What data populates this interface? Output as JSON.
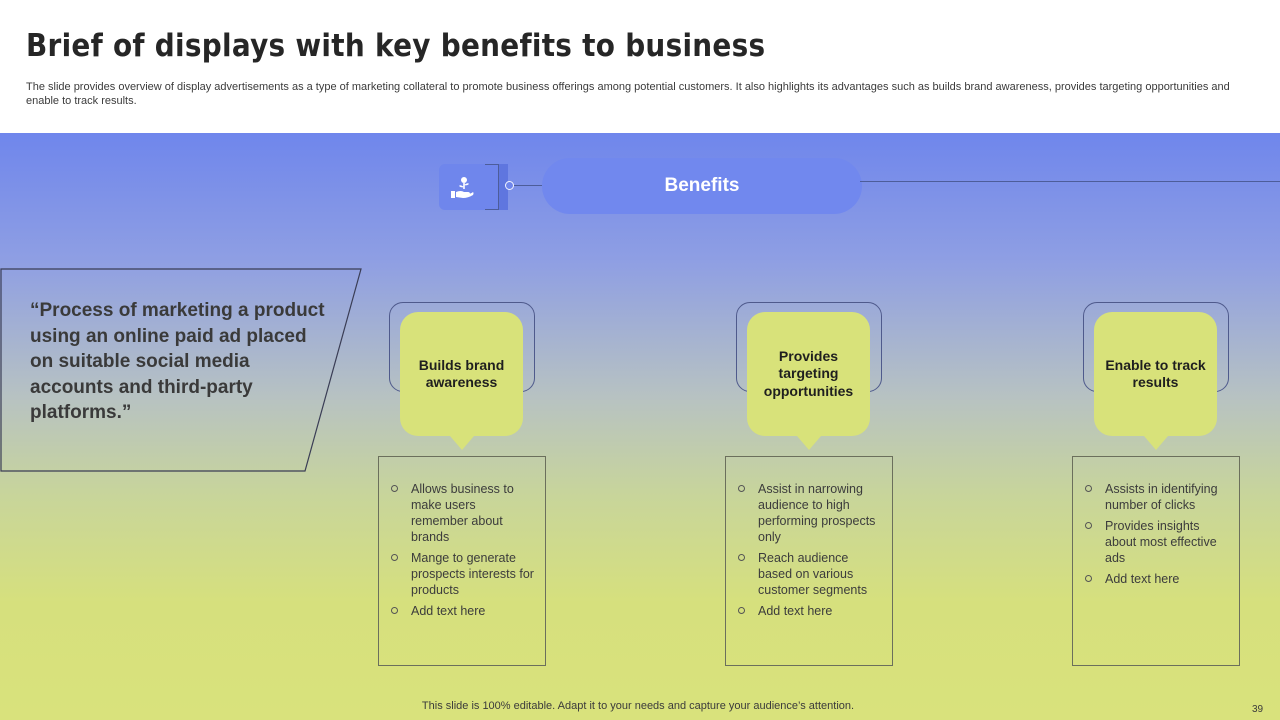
{
  "slide": {
    "title": "Brief of displays with key benefits to business",
    "subtitle": "The slide provides overview of display advertisements as a type of marketing collateral to promote business offerings among potential customers. It also highlights its advantages such as builds brand awareness, provides targeting opportunities and enable to track results.",
    "section_label": "Benefits",
    "section_icon": "money-plant-hand-icon",
    "quote": "“Process of marketing a product using an online paid ad placed on suitable social media accounts and third-party platforms.”",
    "footer": "This slide is 100% editable. Adapt it to your needs and capture your audience’s attention.",
    "page_number": "39"
  },
  "colors": {
    "title_text": "#262626",
    "band_top": "#6f86ec",
    "band_bottom": "#d9e27c",
    "pill": "#7188ee",
    "callout": "#d8e27a"
  },
  "benefits": [
    {
      "title": "Builds brand awareness",
      "points": [
        "Allows business to make users remember about brands",
        "Mange to generate prospects interests for products",
        "Add text here"
      ]
    },
    {
      "title": "Provides targeting opportunities",
      "points": [
        "Assist in narrowing audience to high performing prospects only",
        "Reach audience based on various customer segments",
        "Add text here"
      ]
    },
    {
      "title": "Enable to track results",
      "points": [
        "Assists in identifying number of clicks",
        "Provides insights about most effective ads",
        "Add text here"
      ]
    }
  ]
}
